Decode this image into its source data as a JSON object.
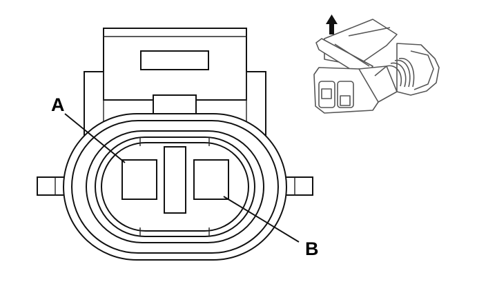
{
  "connector_diagram": {
    "pin_labels": [
      {
        "id": "A",
        "text": "A"
      },
      {
        "id": "B",
        "text": "B"
      }
    ],
    "inset_icons": [
      "up-arrow-icon"
    ],
    "colors": {
      "line": "#111111",
      "background": "#ffffff",
      "inset_line": "#555555"
    }
  }
}
